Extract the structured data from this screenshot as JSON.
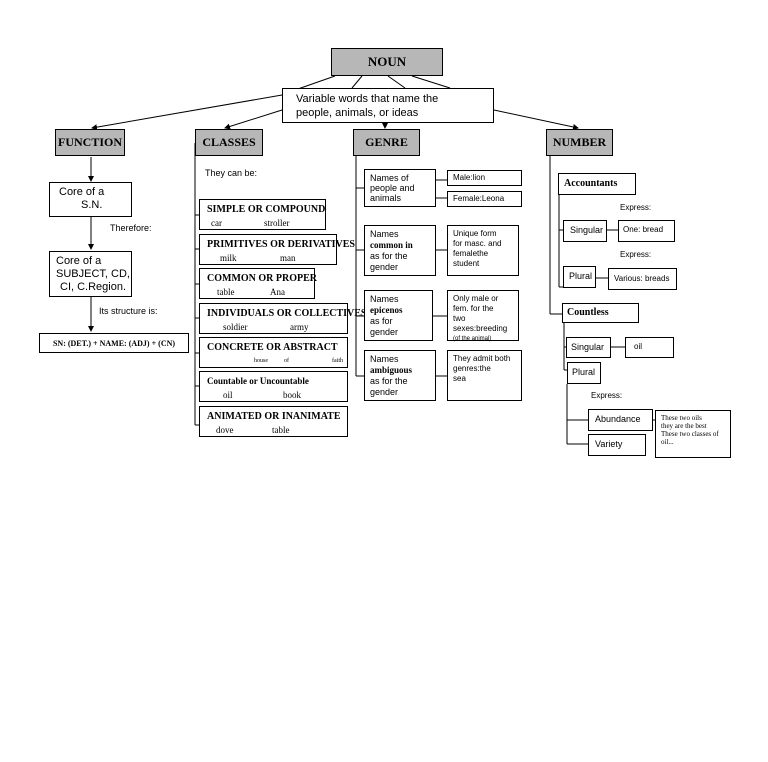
{
  "root": {
    "title": "NOUN",
    "definition_lines": [
      "Variable words that name the",
      "people, animals, or ideas"
    ]
  },
  "function": {
    "header": "FUNCTION",
    "core_sn_lines": [
      "Core of a",
      "S.N."
    ],
    "therefore": "Therefore:",
    "core_subject_lines": [
      "Core of a",
      "SUBJECT, CD,",
      "CI, C.Region."
    ],
    "structure_label": "Its structure is:",
    "structure_formula": "SN: (DET.) + NAME: (ADJ) + (CN)"
  },
  "classes": {
    "header": "CLASSES",
    "intro": "They can be:",
    "items": [
      {
        "title": "SIMPLE OR COMPOUND",
        "examples": [
          "car",
          "stroller"
        ]
      },
      {
        "title": "PRIMITIVES OR DERIVATIVES",
        "examples": [
          "milk",
          "man"
        ]
      },
      {
        "title": "COMMON OR PROPER",
        "examples": [
          "table",
          "Ana"
        ]
      },
      {
        "title": "INDIVIDUALS OR COLLECTIVES",
        "examples": [
          "soldier",
          "army"
        ]
      },
      {
        "title": "CONCRETE OR ABSTRACT",
        "examples": [
          "house",
          "of",
          "faith"
        ]
      },
      {
        "title": "Countable or Uncountable",
        "examples": [
          "oil",
          "book"
        ]
      },
      {
        "title": "ANIMATED OR INANIMATE",
        "examples": [
          "dove",
          "table"
        ]
      }
    ]
  },
  "genre": {
    "header": "GENRE",
    "animals": {
      "lines": [
        "Names of",
        "people and",
        "animals"
      ],
      "male": "Male:lion",
      "female": "Female:Leona"
    },
    "common": {
      "lines": [
        "Names",
        "common in",
        "as for the",
        "gender"
      ],
      "desc": [
        "Unique form",
        "for masc. and",
        "femalethe",
        "student"
      ]
    },
    "epicenos": {
      "lines": [
        "Names",
        "epicenos",
        "as for",
        "gender"
      ],
      "desc": [
        "Only male or",
        "fem. for the",
        "two sexes:breeding",
        "(of the animal)"
      ]
    },
    "ambiguous": {
      "lines": [
        "Names",
        "ambiguous",
        "as for the",
        "gender"
      ],
      "desc": [
        "They admit both",
        "genres:the",
        "sea"
      ]
    }
  },
  "number": {
    "header": "NUMBER",
    "accountants": "Accountants",
    "express": "Express:",
    "singular": "Singular",
    "plural": "Plural",
    "one_bread": "One: bread",
    "various_breads": "Various: breads",
    "countless": "Countless",
    "oil": "oil",
    "abundance": "Abundance",
    "variety": "Variety",
    "oils_note": [
      "These two oils",
      "they are the best",
      "These two classes of",
      "oil..."
    ]
  }
}
